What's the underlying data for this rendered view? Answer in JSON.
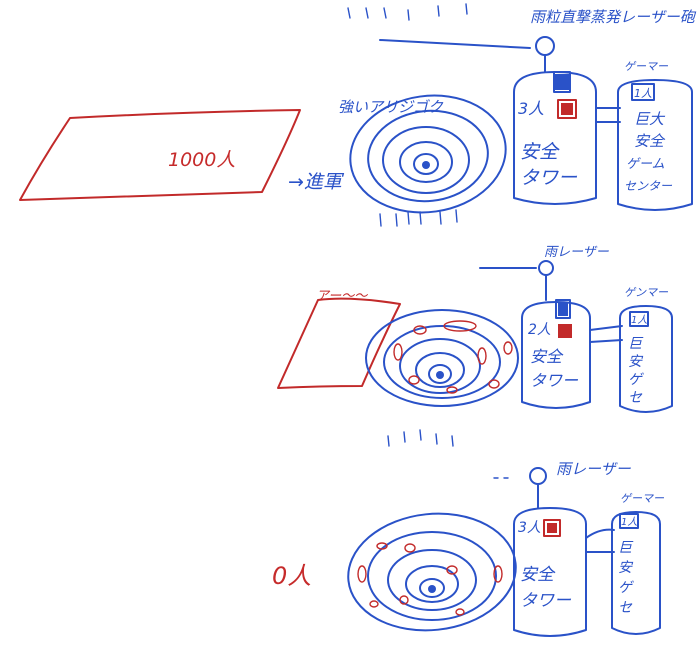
{
  "colors": {
    "blue": "#2a52c8",
    "red": "#c22a2a"
  },
  "panel1": {
    "army_count": "1000人",
    "advance": "→進軍",
    "antlion": "強いアリジゴク",
    "laser": "雨粒直撃蒸発レーザー砲",
    "tower_count": "3人",
    "tower_name_1": "安全",
    "tower_name_2": "タワー",
    "gamer_label": "ゲーマー",
    "gamer_count": "1人",
    "center_1": "巨大",
    "center_2": "安全",
    "center_3": "ゲーム",
    "center_4": "センター"
  },
  "panel2": {
    "army_cry": "アー〜〜",
    "laser": "雨レーザー",
    "tower_count": "2人",
    "tower_name_1": "安全",
    "tower_name_2": "タワー",
    "gamer_label": "ゲンマー",
    "gamer_count": "1人",
    "center_1": "巨",
    "center_2": "安",
    "center_3": "ゲ",
    "center_4": "セ"
  },
  "panel3": {
    "army_count": "0人",
    "laser": "雨レーザー",
    "tower_count": "3人",
    "tower_name_1": "安全",
    "tower_name_2": "タワー",
    "gamer_label": "ゲーマー",
    "gamer_count": "1人",
    "center_1": "巨",
    "center_2": "安",
    "center_3": "ゲ",
    "center_4": "セ"
  }
}
